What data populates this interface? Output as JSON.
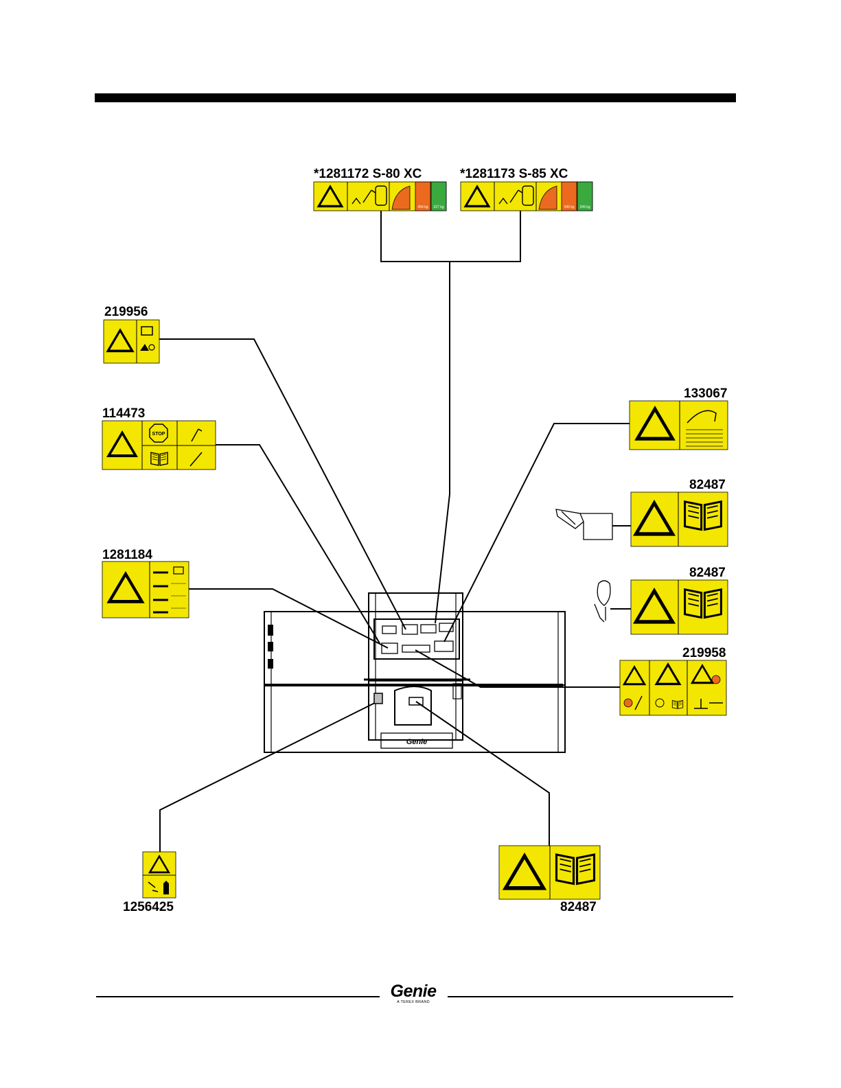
{
  "decals": {
    "top_left": "*1281172 S-80 XC",
    "top_right": "*1281173 S-85 XC",
    "d219956": "219956",
    "d114473": "114473",
    "d1281184": "1281184",
    "d133067": "133067",
    "d82487_a": "82487",
    "d82487_b": "82487",
    "d219958": "219958",
    "d1256425": "1256425",
    "d82487_c": "82487"
  },
  "sticker_text": {
    "s80_capacity_restricted": "454 kg",
    "s80_capacity_unrestricted": "227 kg",
    "s85_capacity_restricted": "340 kg",
    "s85_capacity_unrestricted": "249 kg"
  },
  "platform": {
    "brand_plate": "Genie"
  },
  "footer": {
    "brand": "Genie",
    "tagline": "A TEREX BRAND"
  },
  "colors": {
    "decal_yellow": "#f3e600",
    "capacity_orange": "#ec6a1f",
    "capacity_green": "#3aaa3f",
    "line": "#000000"
  }
}
